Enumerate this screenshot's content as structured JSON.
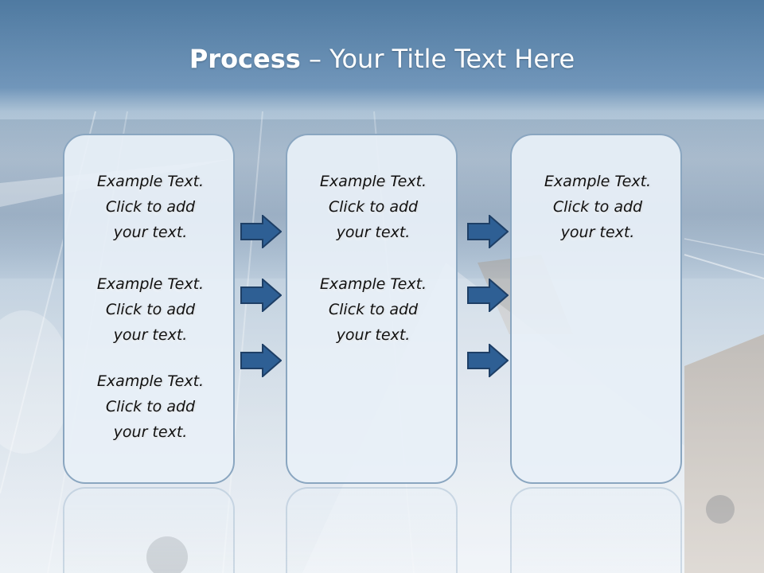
{
  "title": {
    "bold": "Process",
    "rest": " – Your Title Text Here"
  },
  "columns": [
    {
      "items": [
        {
          "line1": "Example Text.",
          "line2": "Click  to add",
          "line3": "your text."
        },
        {
          "line1": "Example Text.",
          "line2": "Click  to add",
          "line3": "your text."
        },
        {
          "line1": "Example Text.",
          "line2": "Click  to add",
          "line3": "your text."
        }
      ]
    },
    {
      "items": [
        {
          "line1": "Example Text.",
          "line2": "Click  to add",
          "line3": "your text."
        },
        {
          "line1": "Example Text.",
          "line2": "Click  to add",
          "line3": "your text."
        }
      ]
    },
    {
      "items": [
        {
          "line1": "Example Text.",
          "line2": "Click  to add",
          "line3": "your text."
        }
      ]
    }
  ],
  "colors": {
    "arrow_fill": "#2e5f94",
    "arrow_stroke": "#1e3f66",
    "box_border": "#8aa6c0"
  },
  "icons": {
    "arrow": "arrow-right-icon"
  }
}
